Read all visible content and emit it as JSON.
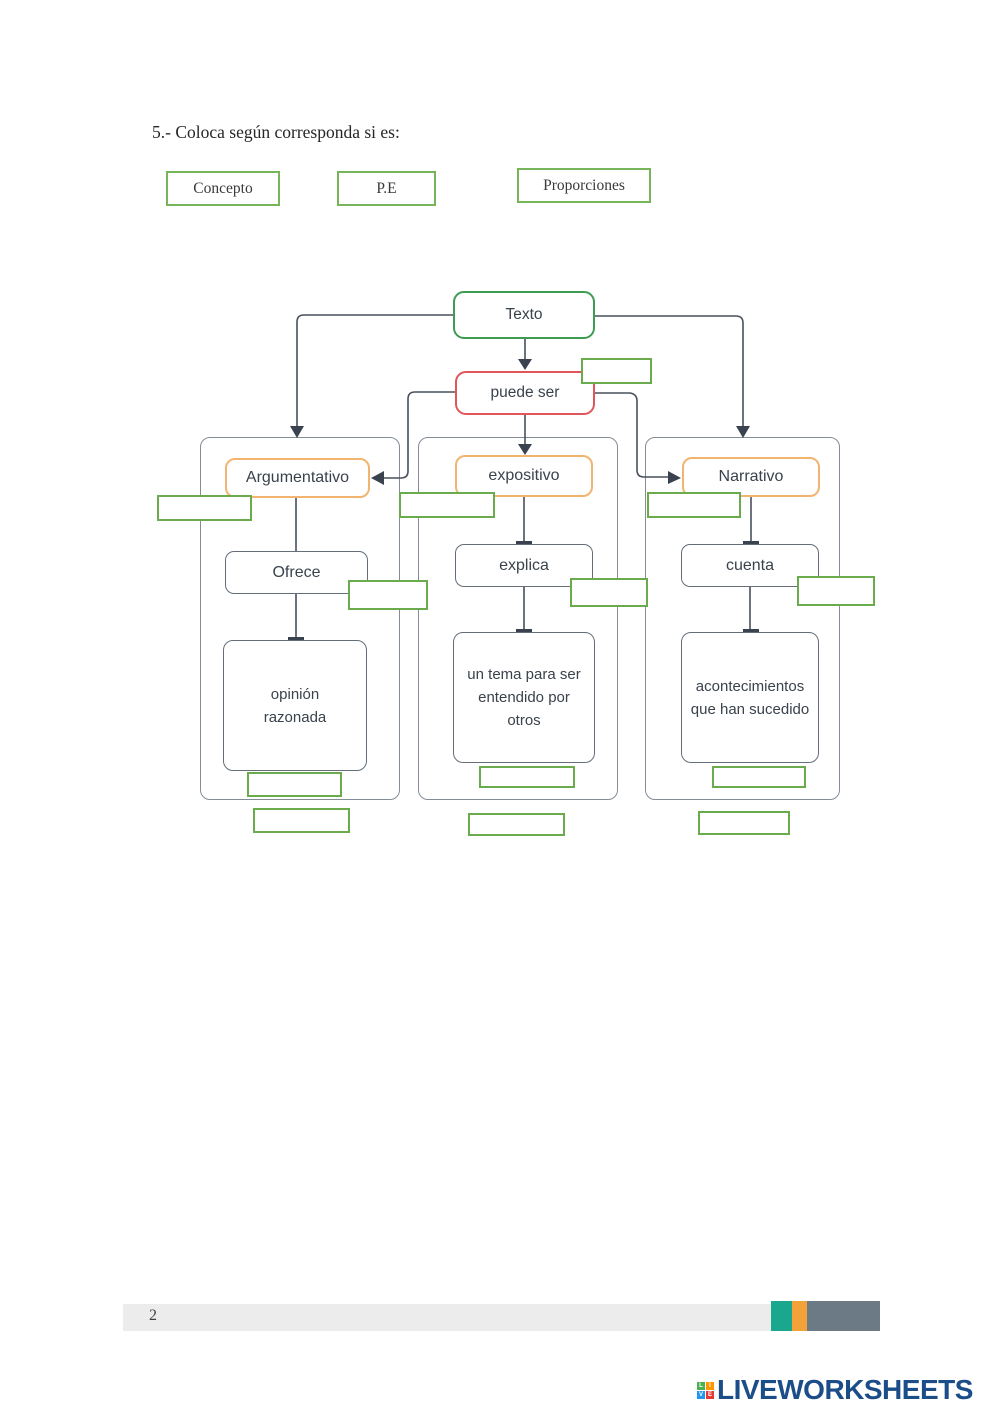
{
  "header": {
    "title": "5.- Coloca según corresponda si es:"
  },
  "options": [
    {
      "label": "Concepto"
    },
    {
      "label": "P.E"
    },
    {
      "label": "Proporciones"
    }
  ],
  "diagram": {
    "root_label": "Texto",
    "relation_label": "puede ser",
    "columns": [
      {
        "type_label": "Argumentativo",
        "verb_label": "Ofrece",
        "detail_label": "opinión razonada"
      },
      {
        "type_label": "expositivo",
        "verb_label": "explica",
        "detail_label": "un tema para ser entendido por otros"
      },
      {
        "type_label": "Narrativo",
        "verb_label": "cuenta",
        "detail_label": "acontecimientos que han sucedido"
      }
    ],
    "answer_box_count": 13
  },
  "footer": {
    "page_number": "2",
    "accent_blocks": [
      {
        "color": "#19a78e"
      },
      {
        "color": "#f3a23a"
      },
      {
        "color": "#6b7a85"
      }
    ],
    "strip_color": "#ececec"
  },
  "brand": {
    "name": "LIVEWORKSHEETS",
    "text_color": "#1b4d89",
    "tiles": [
      {
        "letter": "L",
        "color": "#4caf50"
      },
      {
        "letter": "I",
        "color": "#ff9800"
      },
      {
        "letter": "V",
        "color": "#2196f3"
      },
      {
        "letter": "E",
        "color": "#e53935"
      }
    ]
  },
  "colors": {
    "answer_border": "#6aac4d",
    "option_border": "#77b55a",
    "root_border": "#3e9b54",
    "relation_border": "#e0565a",
    "type_border": "#f2b571",
    "box_border": "#646e79",
    "container_border": "#838d97",
    "wire": "#48505c"
  }
}
